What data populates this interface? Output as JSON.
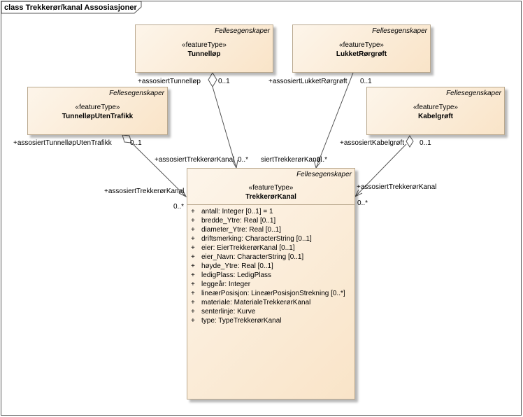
{
  "frame": {
    "title": "class Trekkerør/kanal Assosiasjoner"
  },
  "classes": {
    "tunnellop": {
      "package": "Fellesegenskaper",
      "stereotype": "«featureType»",
      "name": "Tunnelløp"
    },
    "lukket": {
      "package": "Fellesegenskaper",
      "stereotype": "«featureType»",
      "name": "LukketRørgrøft"
    },
    "utentrafikk": {
      "package": "Fellesegenskaper",
      "stereotype": "«featureType»",
      "name": "TunnelløpUtenTrafikk"
    },
    "kabelgroft": {
      "package": "Fellesegenskaper",
      "stereotype": "«featureType»",
      "name": "Kabelgrøft"
    },
    "kanal": {
      "package": "Fellesegenskaper",
      "stereotype": "«featureType»",
      "name": "TrekkerørKanal",
      "attributes": [
        {
          "vis": "+",
          "text": "antall: Integer [0..1] = 1"
        },
        {
          "vis": "+",
          "text": "bredde_Ytre: Real [0..1]"
        },
        {
          "vis": "+",
          "text": "diameter_Ytre: Real [0..1]"
        },
        {
          "vis": "+",
          "text": "driftsmerking: CharacterString [0..1]"
        },
        {
          "vis": "+",
          "text": "eier: EierTrekkerørKanal [0..1]"
        },
        {
          "vis": "+",
          "text": "eier_Navn: CharacterString [0..1]"
        },
        {
          "vis": "+",
          "text": "høyde_Ytre: Real [0..1]"
        },
        {
          "vis": "+",
          "text": "ledigPlass: LedigPlass"
        },
        {
          "vis": "+",
          "text": "leggeår: Integer"
        },
        {
          "vis": "+",
          "text": "lineærPosisjon: LineærPosisjonStrekning [0..*]"
        },
        {
          "vis": "+",
          "text": "materiale: MaterialeTrekkerørKanal"
        },
        {
          "vis": "+",
          "text": "senterlinje: Kurve"
        },
        {
          "vis": "+",
          "text": "type: TypeTrekkerørKanal"
        }
      ]
    }
  },
  "labels": {
    "role_tunnellop": "+assosiertTunnelløp",
    "mult_tunnellop": "0..1",
    "role_lukket": "+assosiertLukketRørgrøft",
    "mult_lukket": "0..1",
    "role_utentrafikk": "+assosiertTunnelløpUtenTrafikk",
    "mult_utentrafikk": "0..1",
    "role_kabel": "+assosiertKabelgrøft",
    "mult_kabel": "0..1",
    "role_kanal_top": "+assosiertTrekkerørKanal",
    "mult_kanal_top": "0..*",
    "role_kanal_top2": "siertTrekkerørKanal",
    "mult_kanal_top2": "0..*",
    "role_kanal_left": "+assosiertTrekkerørKanal",
    "mult_kanal_left": "0..*",
    "role_kanal_right": "+assosiertTrekkerørKanal",
    "mult_kanal_right": "0..*"
  },
  "colors": {
    "class_fill_light": "#fdf5ea",
    "class_fill_dark": "#f9e4c8",
    "class_border": "#b9a88e",
    "line": "#555555"
  }
}
